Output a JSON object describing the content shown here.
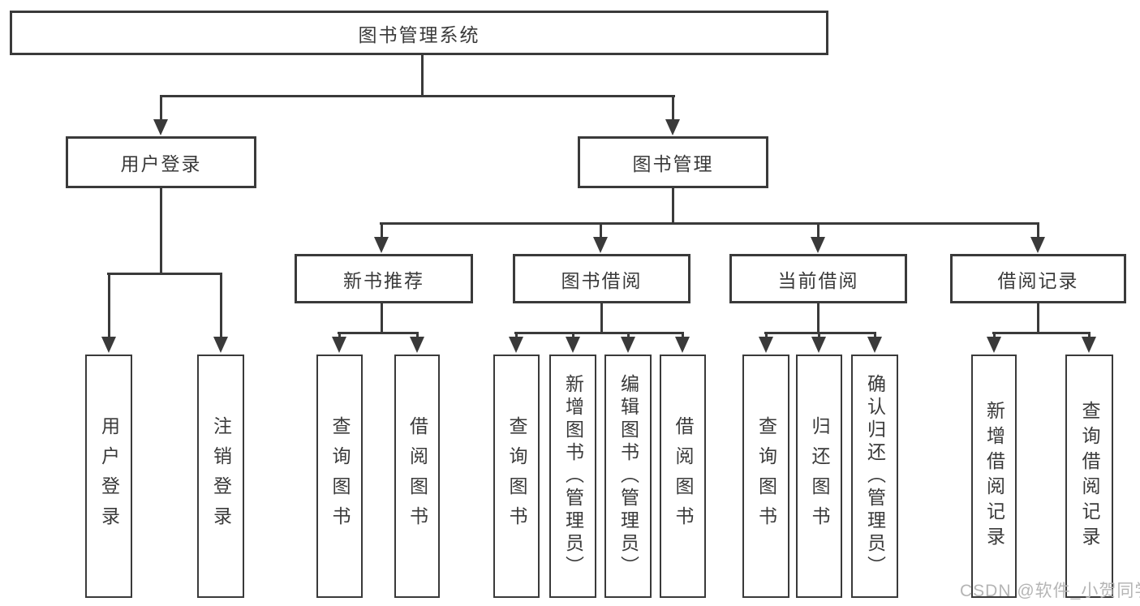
{
  "diagram": {
    "root": {
      "label": "图书管理系统"
    },
    "level2": {
      "user_login": {
        "label": "用户登录"
      },
      "book_mgmt": {
        "label": "图书管理"
      }
    },
    "level3": {
      "new_book_rec": {
        "label": "新书推荐"
      },
      "book_borrow": {
        "label": "图书借阅"
      },
      "current_borrow": {
        "label": "当前借阅"
      },
      "borrow_records": {
        "label": "借阅记录"
      }
    },
    "leaves": {
      "user_login": {
        "label": "用户登录",
        "parent": "用户登录"
      },
      "logout": {
        "label": "注销登录",
        "parent": "用户登录"
      },
      "query_book_1": {
        "label": "查询图书",
        "parent": "新书推荐"
      },
      "borrow_book_1": {
        "label": "借阅图书",
        "parent": "新书推荐"
      },
      "query_book_2": {
        "label": "查询图书",
        "parent": "图书借阅"
      },
      "add_book": {
        "label": "新增图书（管理员）",
        "parent": "图书借阅"
      },
      "edit_book": {
        "label": "编辑图书（管理员）",
        "parent": "图书借阅"
      },
      "borrow_book_2": {
        "label": "借阅图书",
        "parent": "图书借阅"
      },
      "query_book_3": {
        "label": "查询图书",
        "parent": "当前借阅"
      },
      "return_book": {
        "label": "归还图书",
        "parent": "当前借阅"
      },
      "confirm_return": {
        "label": "确认归还（管理员）",
        "parent": "当前借阅"
      },
      "add_record": {
        "label": "新增借阅记录",
        "parent": "借阅记录"
      },
      "query_record": {
        "label": "查询借阅记录",
        "parent": "借阅记录"
      }
    },
    "watermark": "CSDN @软件_小贺同学",
    "colors": {
      "line": "#3a3a3a",
      "text": "#3a3a3a",
      "watermark": "#b5b5b5",
      "background": "#ffffff"
    }
  }
}
